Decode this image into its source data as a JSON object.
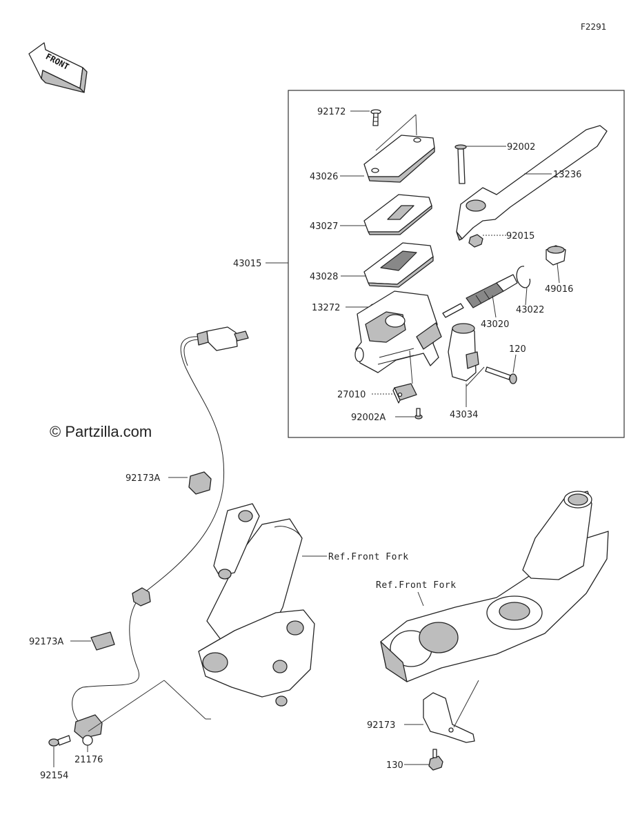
{
  "figure_id": "F2291",
  "front_label": "FRONT",
  "watermark": "© Partzilla.com",
  "refs": {
    "front_fork_1": "Ref.Front Fork",
    "front_fork_2": "Ref.Front Fork"
  },
  "parts": {
    "p92172": "92172",
    "p92002": "92002",
    "p43026": "43026",
    "p13236": "13236",
    "p43027": "43027",
    "p92015": "92015",
    "p43015": "43015",
    "p43028": "43028",
    "p49016": "49016",
    "p43022": "43022",
    "p13272": "13272",
    "p43020": "43020",
    "p120": "120",
    "p27010": "27010",
    "p43034": "43034",
    "p92002A": "92002A",
    "p92173A_1": "92173A",
    "p92173A_2": "92173A",
    "p92173": "92173",
    "p130": "130",
    "p21176": "21176",
    "p92154": "92154"
  }
}
